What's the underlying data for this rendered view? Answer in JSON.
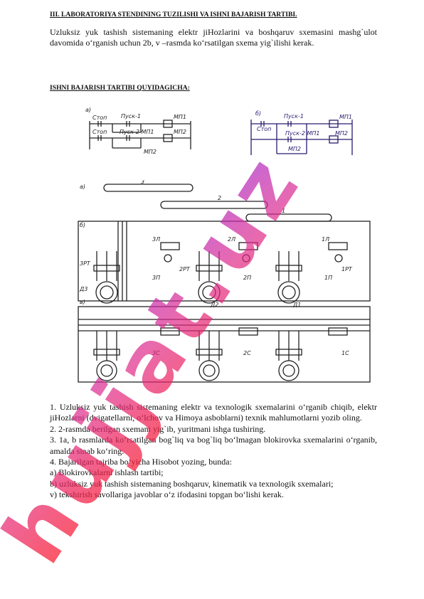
{
  "heading": "III. LABORATORIYA STENDINING TUZILISHI VA ISHNI BAJARISH TARTIBI.",
  "intro": "Uzluksiz yuk tashish sistemaning elektr jiHozlarini va boshqaruv sxemasini mashg`ulot davomida o‘rganish uchun 2b, v –rasmda ko‘rsatilgan sxema yig`ilishi kerak.",
  "subheading": "ISHNI BAJARISH TARTIBI QUYIDAGICHA:",
  "steps": [
    "1. Uzluksiz yuk tashish sistemaning elektr va texnologik sxemalarini o‘rganib chiqib, elektr jiHozlarni (dvigatellarni, o‘lchov va Himoya asboblarni) texnik mahlumotlarni yozib oling.",
    "2. 2-rasmda berilgan sxemani yig`ib, yuritmani ishga tushiring.",
    "3. 1a, b rasmlarda ko‘rsatilgan bog`liq va bog`liq bo‘lmagan blokirovka sxemalarini o‘rganib, amalda sinab ko‘ring.",
    "4. Bajarilgan  tajriba bo‘yicha Hisobot yozing, bunda:",
    "a) Blokirovkalarni ishlash tartibi;",
    "b) uzluksiz yuk tashish sistemaning boshqaruv, kinematik va texnologik sxemalari;",
    "v) tekshirish savollariga javoblar o‘z ifodasini topgan bo‘lishi kerak."
  ],
  "diagram_top_a": {
    "panel_label": "a)",
    "labels": [
      "Стоп",
      "Пуск-1",
      "МП1",
      "Стоп",
      "Пуск-2 МП1",
      "МП2",
      "МП2"
    ]
  },
  "diagram_top_b": {
    "panel_label": "б)",
    "labels": [
      "Стоп",
      "Пуск-1",
      "МП1",
      "МП2",
      "Пуск-2 МП1",
      "МП2"
    ]
  },
  "diagram_main": {
    "panel_labels": [
      "a)",
      "б)",
      "в)"
    ],
    "conveyor_labels": [
      "3",
      "2",
      "1"
    ],
    "motor_labels": [
      "Д3",
      "Д2",
      "Д1"
    ],
    "device_labels": [
      "3Л",
      "2Л",
      "1Л",
      "3РТ",
      "2РТ",
      "1РТ",
      "3П",
      "2П",
      "1П",
      "3С",
      "2С",
      "1С"
    ]
  },
  "watermark_text": "hujjat.uz"
}
